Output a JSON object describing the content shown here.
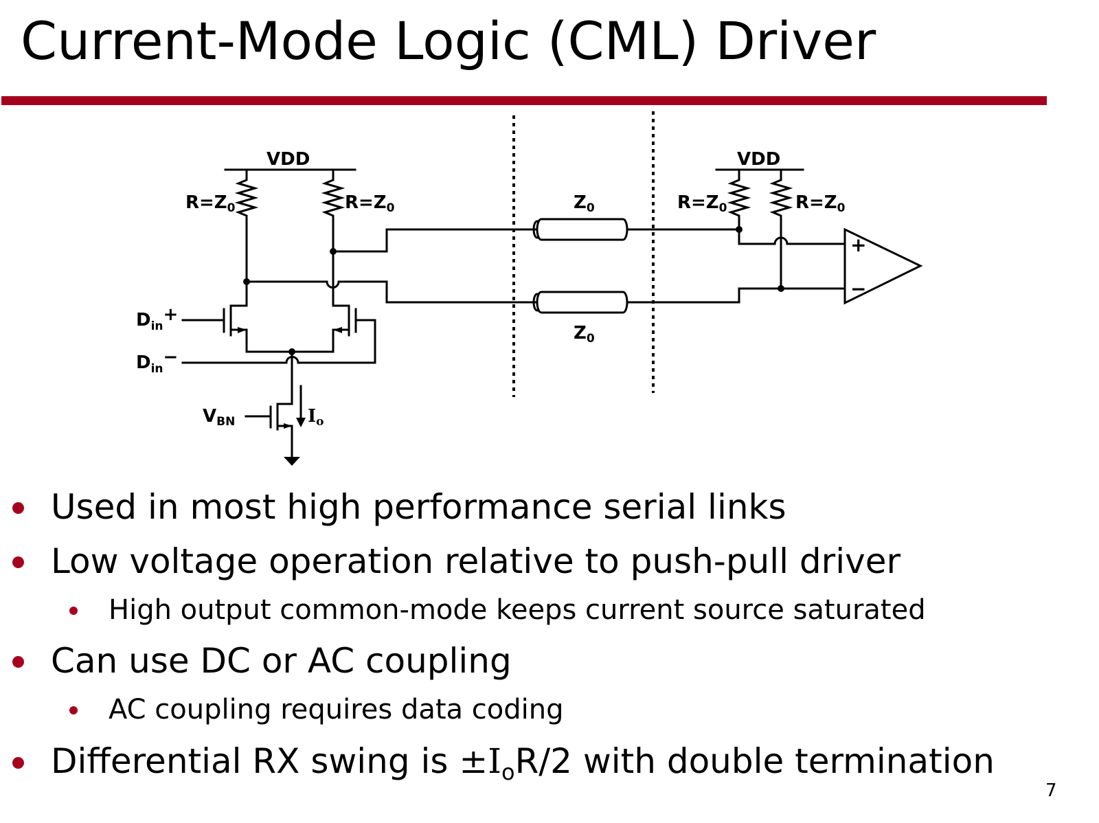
{
  "slide": {
    "title": "Current-Mode Logic (CML) Driver",
    "page_number": "7",
    "accent_color": "#a6001f"
  },
  "diagram": {
    "vdd_left": "VDD",
    "vdd_right": "VDD",
    "resistor_label": "R=Z",
    "resistor_label_sub": "0",
    "tline_label": "Z",
    "tline_label_sub": "0",
    "din_label": "D",
    "din_sub": "in",
    "din_plus": "+",
    "din_minus": "−",
    "vbn_label": "V",
    "vbn_sub": "BN",
    "io_label": "I",
    "io_sub": "o",
    "amp_plus": "+",
    "amp_minus": "−"
  },
  "bullets": [
    {
      "text": "Used in most high performance serial links"
    },
    {
      "text": "Low voltage operation relative to push-pull driver"
    },
    {
      "text": "High output common-mode keeps current source saturated"
    },
    {
      "text": "Can use DC or AC coupling"
    },
    {
      "text": "AC coupling requires data coding"
    },
    {
      "pre": "Differential RX swing is ",
      "pm": "±",
      "i": "I",
      "sub": "o",
      "post": "R/2 with double termination"
    }
  ]
}
